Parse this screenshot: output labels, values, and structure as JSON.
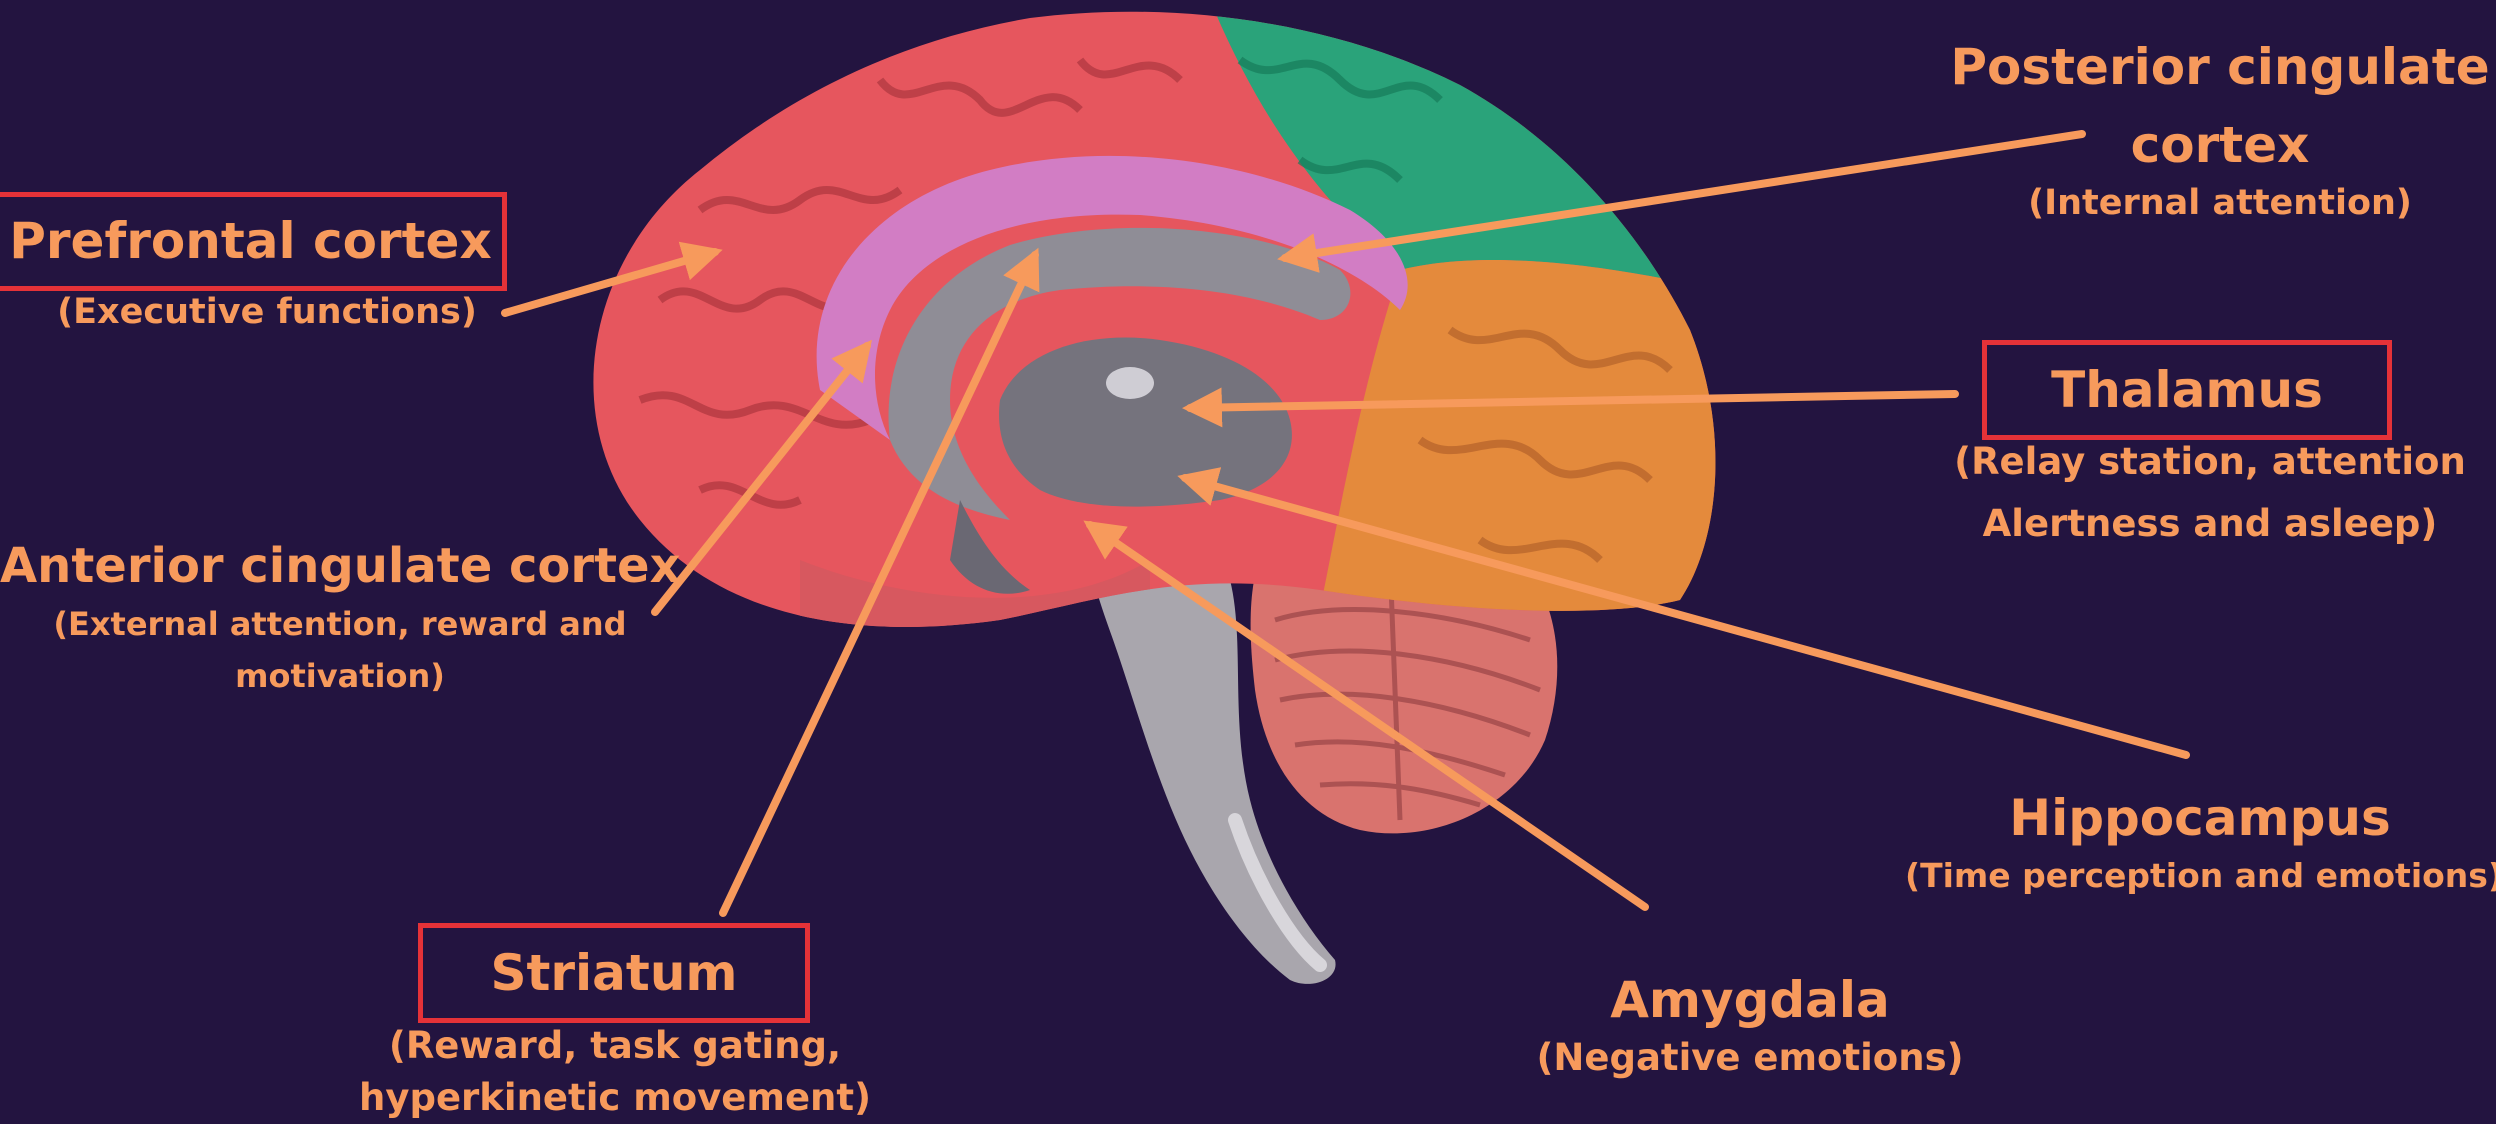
{
  "colors": {
    "background": "#231440",
    "label": "#f79a5c",
    "arrow": "#f79a5c",
    "highlight_box": "#e53238"
  },
  "labels": {
    "prefrontal": {
      "title": "Prefrontal cortex",
      "desc": "(Executive functions)"
    },
    "posterior_cingulate": {
      "title_line1": "Posterior cingulate",
      "title_line2": "cortex",
      "desc": "(Internal attention)"
    },
    "thalamus": {
      "title": "Thalamus",
      "desc_line1": "(Relay station, attention",
      "desc_line2": "Alertness and asleep)"
    },
    "anterior_cingulate": {
      "title": "Anterior cingulate cortex",
      "desc_line1": "(External attention, reward and",
      "desc_line2": "motivation)"
    },
    "hippocampus": {
      "title": "Hippocampus",
      "desc": "(Time perception and emotions)"
    },
    "striatum": {
      "title": "Striatum",
      "desc_line1": "(Reward, task gating,",
      "desc_line2": "hyperkinetic movement)"
    },
    "amygdala": {
      "title": "Amygdala",
      "desc": "(Negative emotions)"
    }
  }
}
